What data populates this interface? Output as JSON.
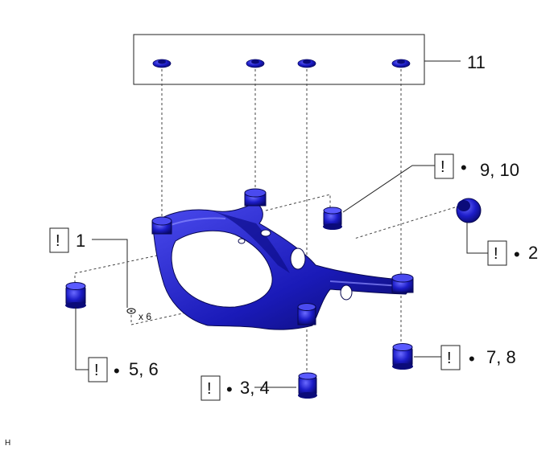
{
  "callouts": {
    "c11": "11",
    "c9_10": "9, 10",
    "c2": "2",
    "c1": "1",
    "c5_6": "5, 6",
    "c3_4": "3, 4",
    "c7_8": "7, 8",
    "x6": "x 6",
    "bullet": "•",
    "excl": "!"
  },
  "footer": {
    "code": "H"
  },
  "colors": {
    "part_blue": "#1c1cc8",
    "part_dark": "#0b0b7a",
    "part_light": "#5a5aff",
    "line": "#222222"
  }
}
